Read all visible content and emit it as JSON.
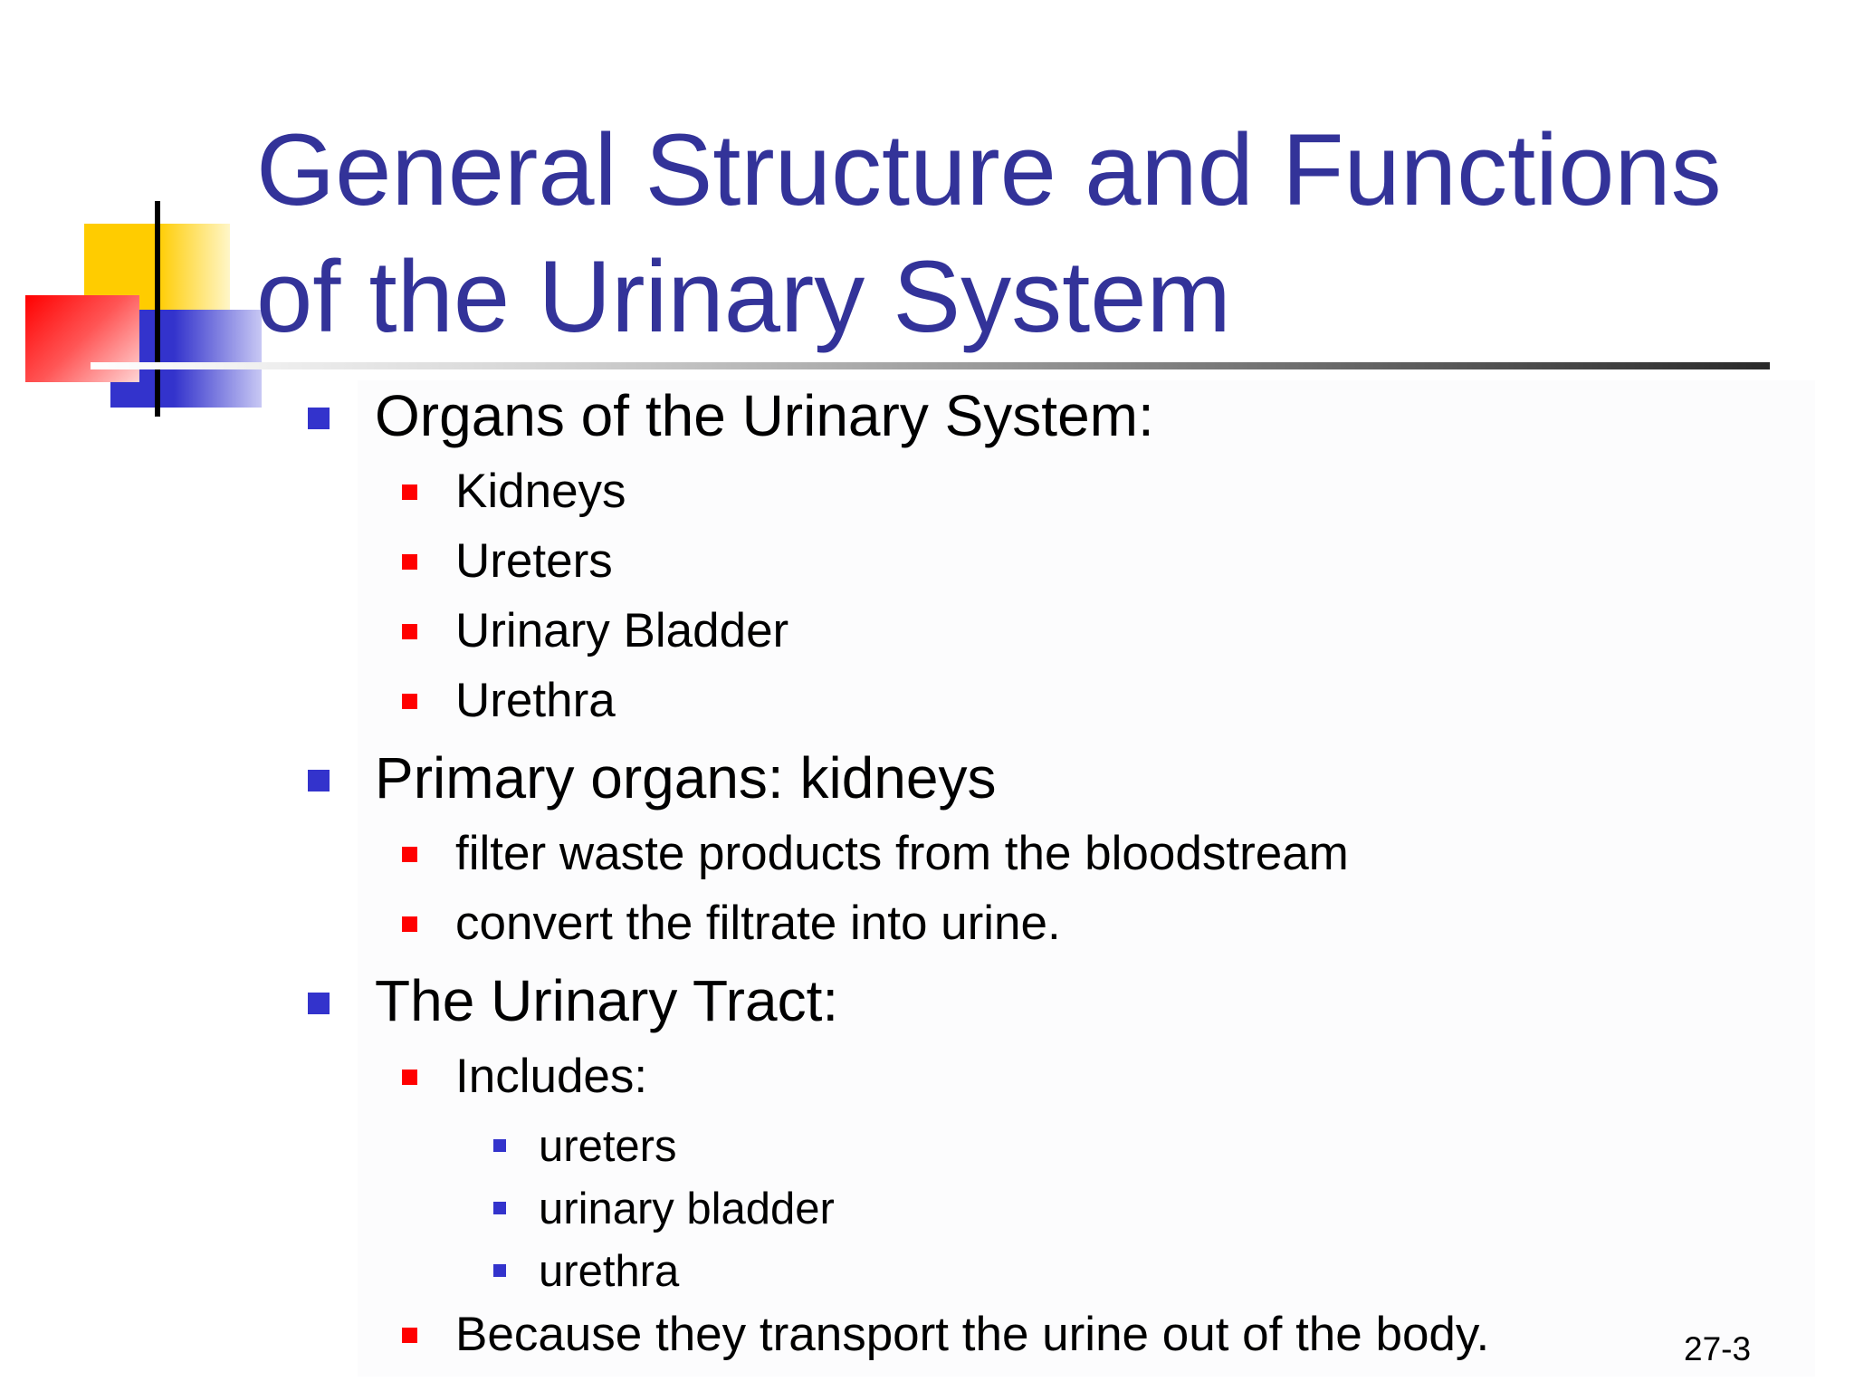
{
  "slide": {
    "title_line1": "General Structure and Functions",
    "title_line2": "of the Urinary System",
    "slide_number": "27-3",
    "colors": {
      "title": "#333399",
      "level1_bullet": "#3333cc",
      "level2_bullet": "#ff0000",
      "level3_bullet": "#3333cc",
      "deco_yellow": "#ffcc00",
      "deco_red": "#ff0000",
      "deco_blue": "#3333cc"
    },
    "bullets": [
      {
        "level": 1,
        "text": "Organs of the Urinary System:"
      },
      {
        "level": 2,
        "text": "Kidneys"
      },
      {
        "level": 2,
        "text": "Ureters"
      },
      {
        "level": 2,
        "text": "Urinary Bladder"
      },
      {
        "level": 2,
        "text": "Urethra"
      },
      {
        "level": 1,
        "text": "Primary organs: kidneys"
      },
      {
        "level": 2,
        "text": "filter waste products from the bloodstream"
      },
      {
        "level": 2,
        "text": "convert the filtrate into urine."
      },
      {
        "level": 1,
        "text": "The Urinary Tract:"
      },
      {
        "level": 2,
        "text": "Includes:"
      },
      {
        "level": 3,
        "text": "ureters"
      },
      {
        "level": 3,
        "text": "urinary bladder"
      },
      {
        "level": 3,
        "text": "urethra"
      },
      {
        "level": 2,
        "text": "Because they transport the urine out of the body."
      }
    ]
  }
}
